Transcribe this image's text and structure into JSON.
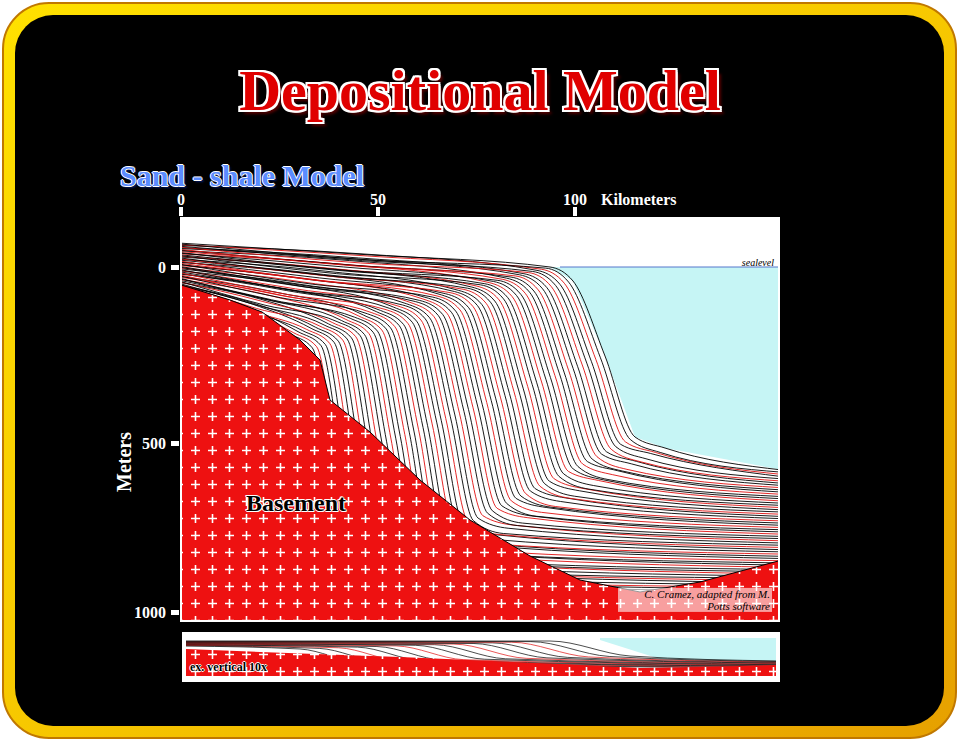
{
  "diagram": {
    "title": "Depositional Model",
    "labels": [
      "Sand - shale Model",
      "0",
      "50",
      "100",
      "Kilometers",
      "0",
      "500",
      "1000",
      "Meters",
      "sealevel",
      "Basement",
      "C. Cramez, adapted from M. Potts software",
      "ex. vertical 10x"
    ]
  }
}
